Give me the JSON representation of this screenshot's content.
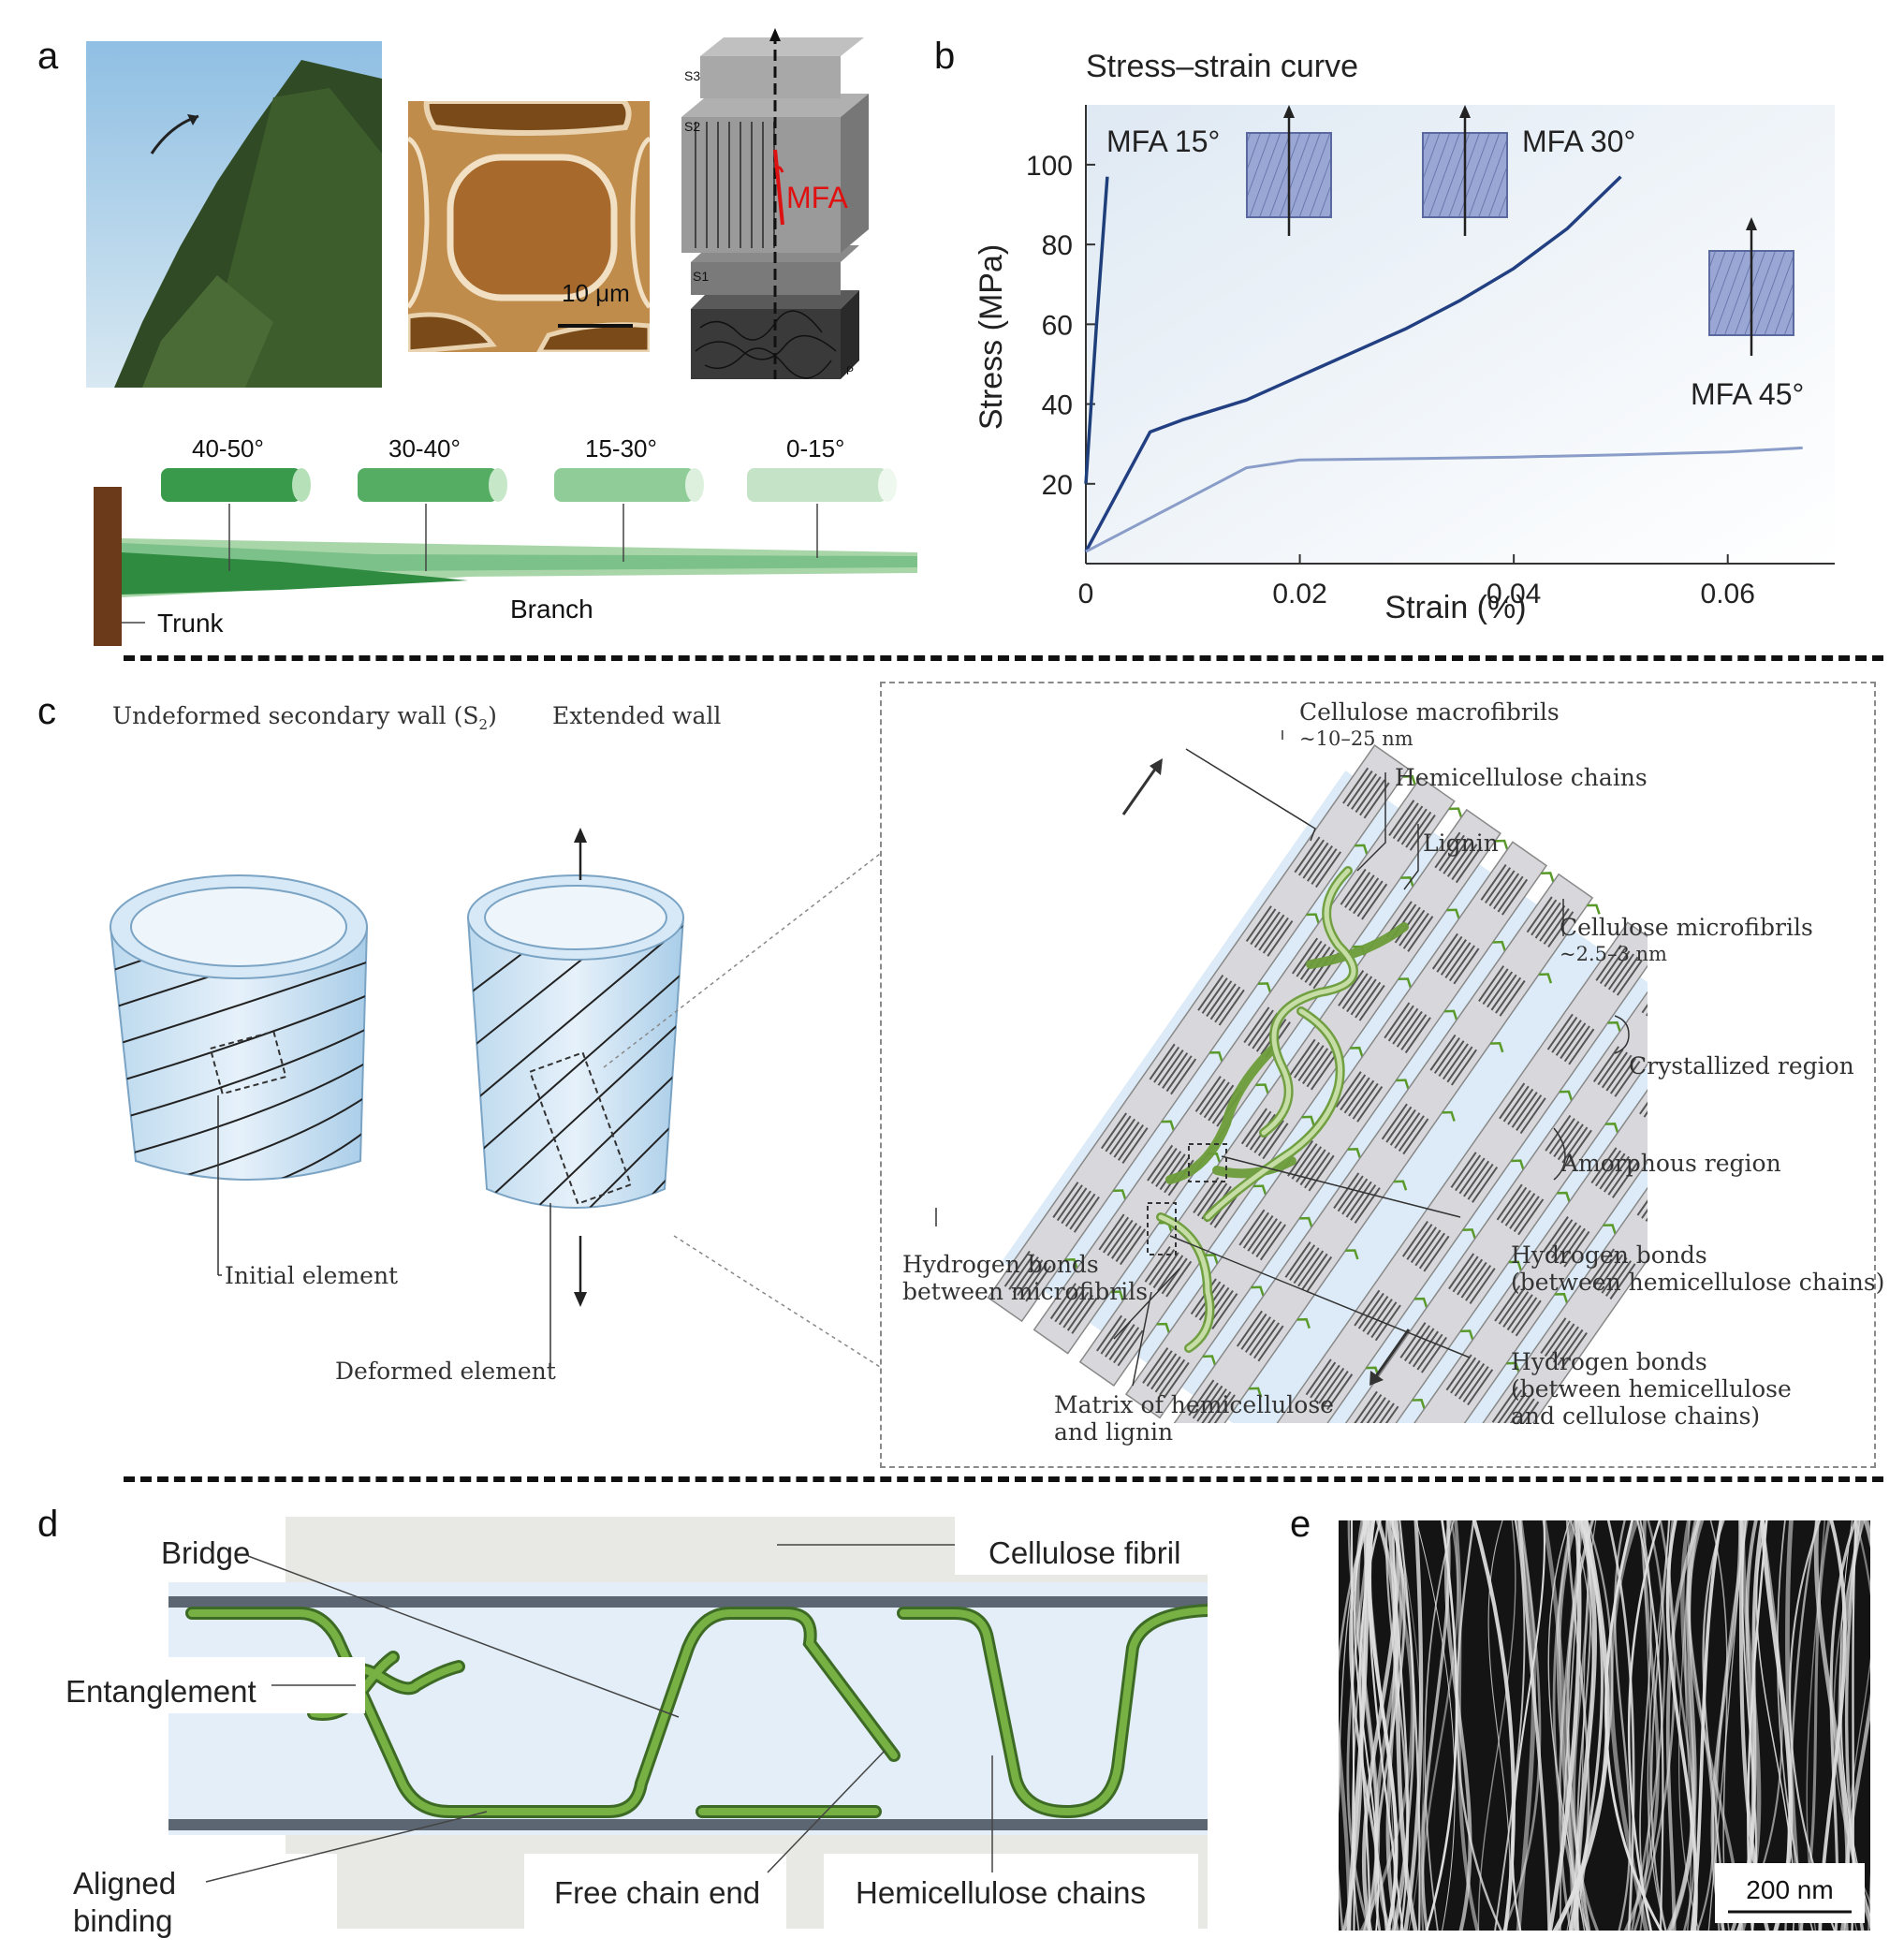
{
  "panel_labels": {
    "a": "a",
    "b": "b",
    "c": "c",
    "d": "d",
    "e": "e"
  },
  "panel_a": {
    "scale_bar": "10 μm",
    "layers": [
      "S3",
      "S2",
      "S1",
      "P"
    ],
    "mfa_label": "MFA",
    "angle_labels": [
      "40-50°",
      "30-40°",
      "15-30°",
      "0-15°"
    ],
    "trunk_label": "Trunk",
    "branch_label": "Branch"
  },
  "chart_data": {
    "type": "line",
    "title": "Stress–strain curve",
    "xlabel": "Strain (%)",
    "ylabel": "Stress (MPa)",
    "xlim": [
      0,
      0.07
    ],
    "ylim": [
      0,
      115
    ],
    "x_ticks": [
      "0",
      "0.02",
      "0.04",
      "0.06"
    ],
    "y_ticks": [
      "20",
      "40",
      "60",
      "80",
      "100"
    ],
    "series": [
      {
        "name": "MFA 15°",
        "color": "#1e3f7a",
        "x": [
          0,
          0.001,
          0.002
        ],
        "y": [
          20,
          60,
          97
        ]
      },
      {
        "name": "MFA 30°",
        "color": "#223f82",
        "x": [
          0,
          0.003,
          0.006,
          0.009,
          0.015,
          0.02,
          0.025,
          0.03,
          0.035,
          0.04,
          0.045,
          0.05
        ],
        "y": [
          3,
          18,
          33,
          36,
          41,
          47,
          53,
          59,
          66,
          74,
          84,
          97
        ]
      },
      {
        "name": "MFA 45°",
        "color": "#8a9dc8",
        "x": [
          0,
          0.005,
          0.01,
          0.015,
          0.02,
          0.03,
          0.04,
          0.05,
          0.06,
          0.067
        ],
        "y": [
          3,
          10,
          17,
          24,
          26,
          26.3,
          26.7,
          27.3,
          28,
          29
        ]
      }
    ]
  },
  "panel_c": {
    "undeformed_label": "Undeformed secondary wall (S",
    "undeformed_sub": "2",
    "undeformed_close": ")",
    "extended_label": "Extended wall",
    "initial_element": "Initial element",
    "deformed_element": "Deformed element",
    "macrofibrils": [
      "Cellulose macrofibrils",
      "~10–25 nm"
    ],
    "hemicellulose_chains": "Hemicellulose chains",
    "lignin": "Lignin",
    "microfibrils": [
      "Cellulose microfibrils",
      "~2.5–3 nm"
    ],
    "crystallized": "Crystallized region",
    "amorphous": "Amorphous  region",
    "hb_hemi": [
      "Hydrogen bonds",
      "(between hemicellulose chains)"
    ],
    "hb_hemi_cell": [
      "Hydrogen bonds",
      "(between hemicellulose",
      "and cellulose chains)"
    ],
    "hb_micro": [
      "Hydrogen bonds",
      "between microfibrils"
    ],
    "matrix": [
      "Matrix of hemicellulose",
      "and lignin"
    ]
  },
  "panel_d": {
    "bridge": "Bridge",
    "cellulose_fibril": "Cellulose fibril",
    "entanglement": "Entanglement",
    "aligned_binding": [
      "Aligned",
      "binding"
    ],
    "free_chain_end": "Free chain end",
    "hemicellulose_chains": "Hemicellulose chains"
  },
  "panel_e": {
    "scale_bar": "200 nm"
  },
  "colors": {
    "dark_green": "#2e7d3c",
    "light_green": "#7fc08a",
    "chain_green": "#6aa84f",
    "blue_fill": "#cfe3f2",
    "navy": "#1e3f7a"
  }
}
